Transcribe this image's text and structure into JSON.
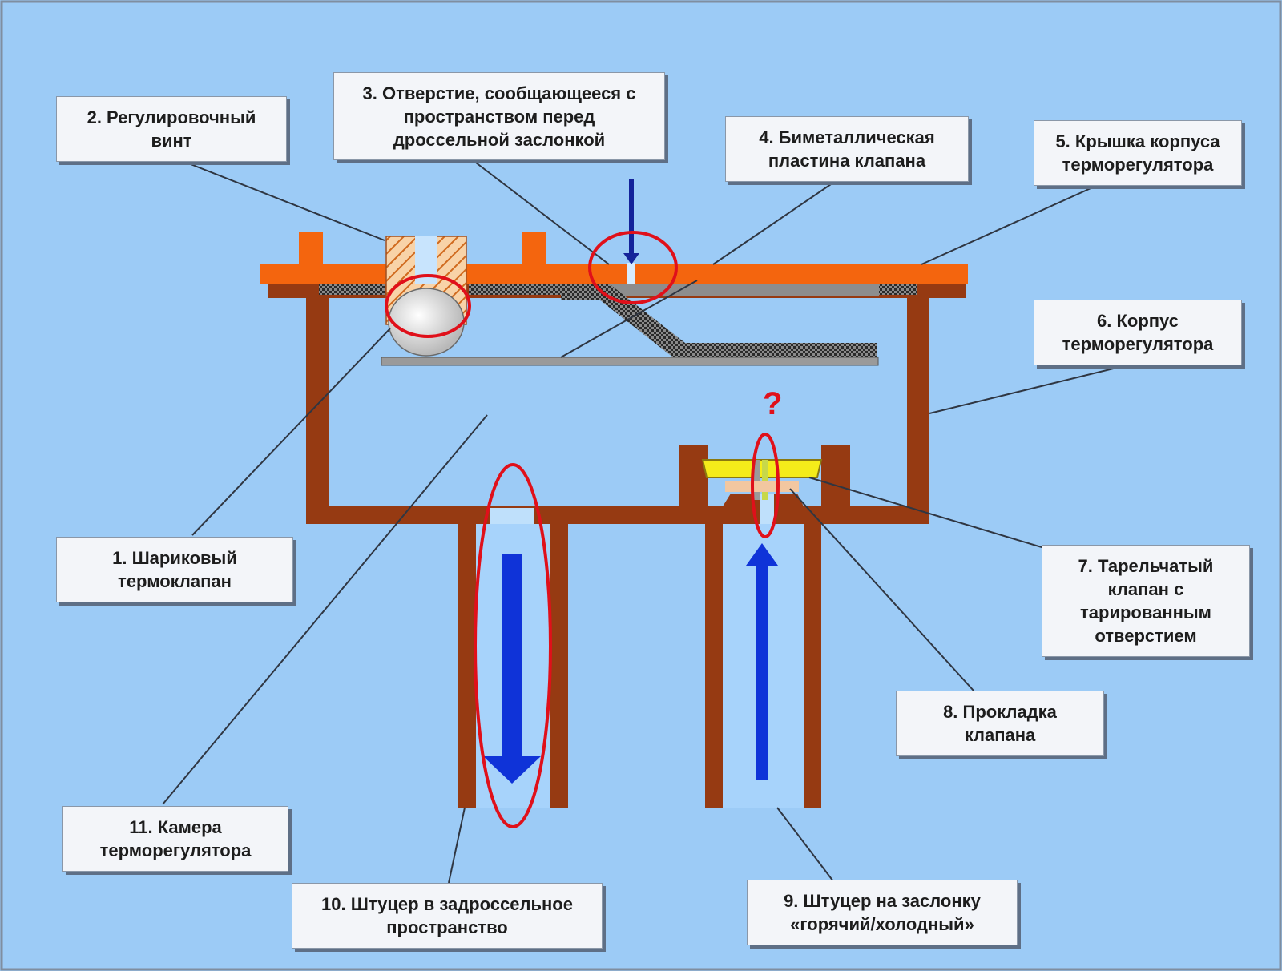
{
  "labels": {
    "l1": "1. Шариковый\nтермоклапан",
    "l2": "2. Регулировочный\nвинт",
    "l3": "3. Отверстие, сообщающееся с\nпространством перед\nдроссельной заслонкой",
    "l4": "4. Биметаллическая\nпластина клапана",
    "l5": "5. Крышка корпуса\nтерморегулятора",
    "l6": "6. Корпус\nтерморегулятора",
    "l7": "7. Тарельчатый\nклапан с\nтарированным\nотверстием",
    "l8": "8. Прокладка\nклапана",
    "l9": "9. Штуцер на  заслонку\n«горячий/холодный»",
    "l10": "10. Штуцер в задроссельное\nпространство",
    "l11": "11. Камера\nтерморегулятора"
  },
  "question_mark": "?",
  "colors": {
    "background": "#9ccbf6",
    "cover": "#f4650e",
    "housing": "#963a12",
    "flow_arrow": "#0f33d8",
    "small_arrow": "#14239a",
    "highlight": "#e0101a",
    "valve_plate": "#f4ec1a",
    "gasket": "#f2c7a0",
    "bimetal": "#8d8d8d"
  }
}
